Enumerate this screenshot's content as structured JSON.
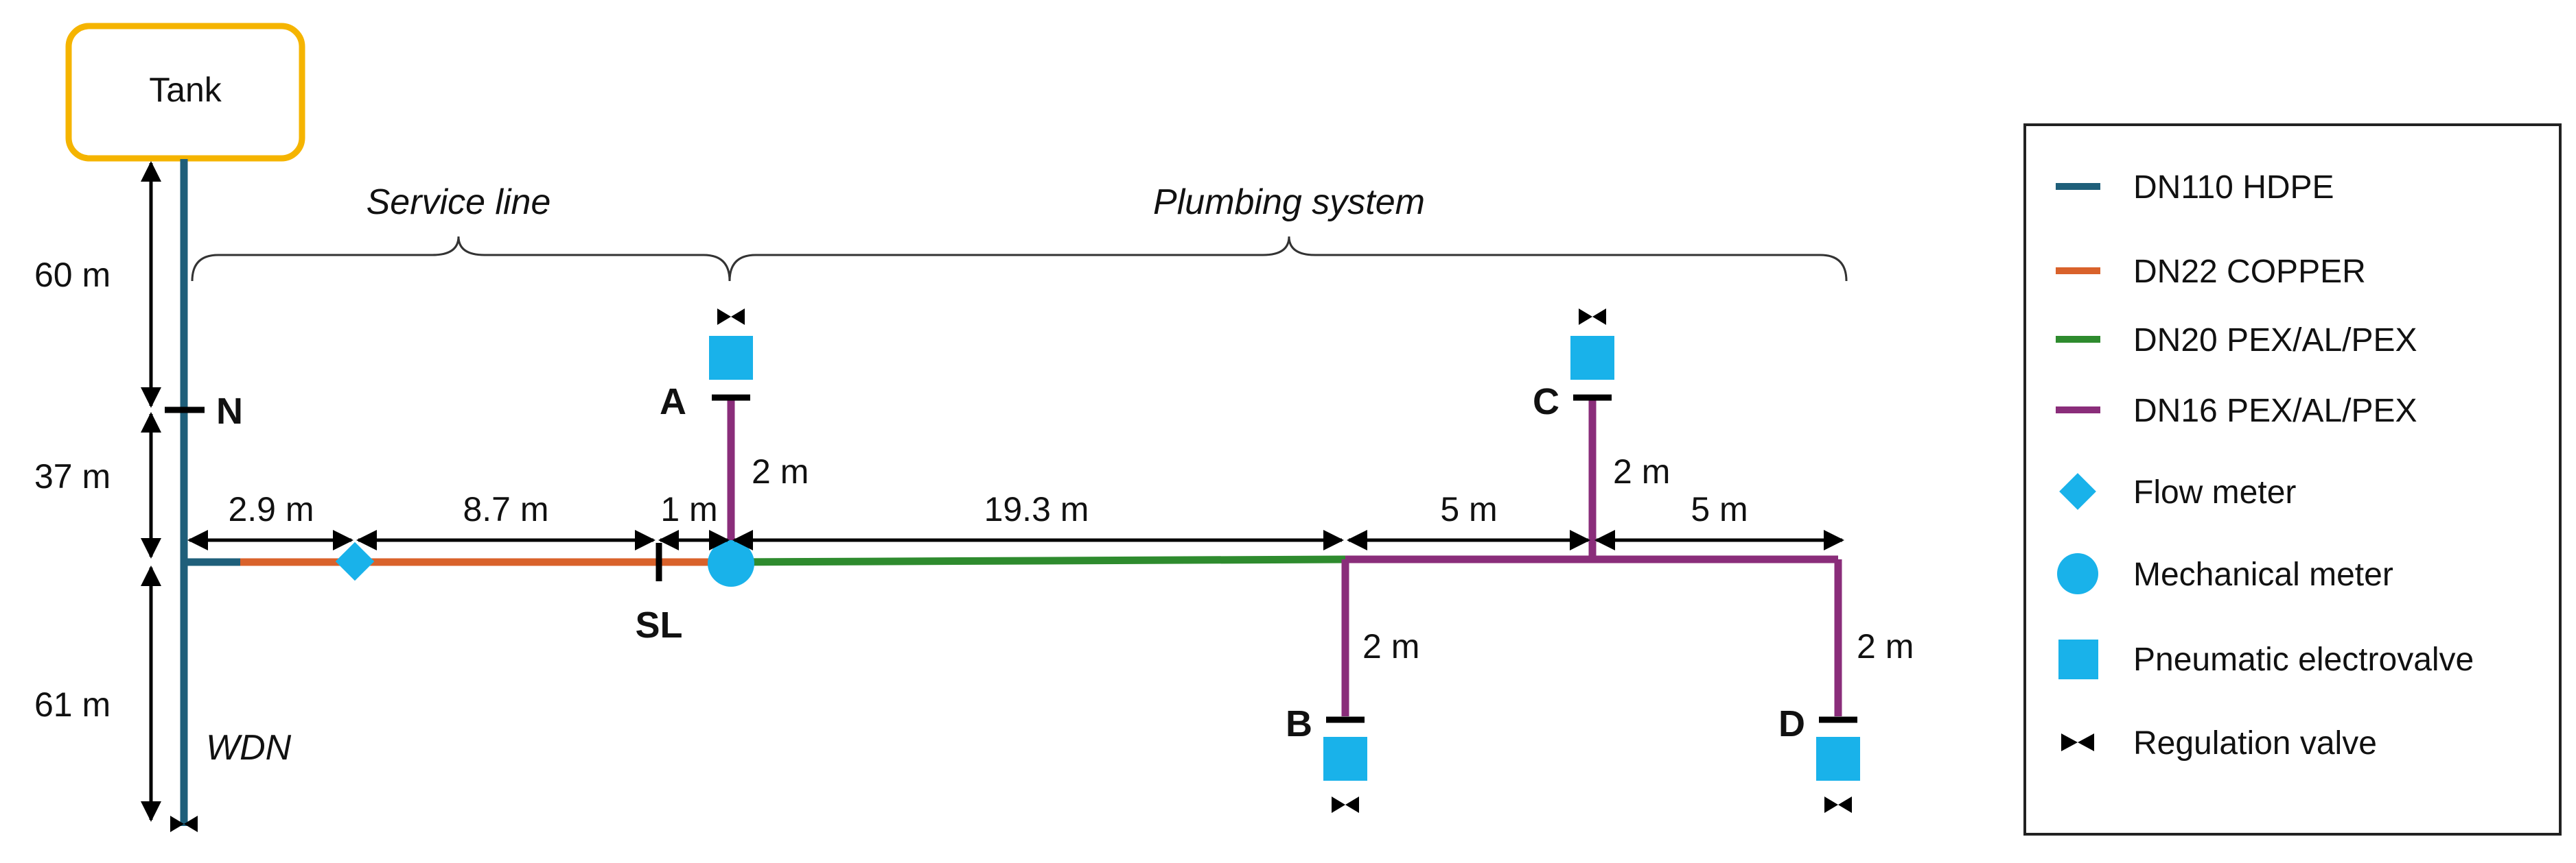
{
  "colors": {
    "hdpe": "#1f5f7a",
    "copper": "#d9622b",
    "pex20": "#2e8b2e",
    "pex16": "#8a2d7a",
    "device": "#19b2ea",
    "tank_border": "#f5b400"
  },
  "tank": {
    "label": "Tank"
  },
  "sections": {
    "service_line": "Service line",
    "plumbing_system": "Plumbing system"
  },
  "vertical_dims": [
    "60 m",
    "37 m",
    "61 m"
  ],
  "horizontal_dims": [
    "2.9 m",
    "8.7 m",
    "1 m",
    "19.3 m",
    "5 m",
    "5 m"
  ],
  "branch_dims": [
    "2 m",
    "2 m",
    "2 m",
    "2 m"
  ],
  "points": {
    "N": "N",
    "SL": "SL",
    "A": "A",
    "B": "B",
    "C": "C",
    "D": "D",
    "WDN": "WDN"
  },
  "legend": [
    {
      "label": "DN110 HDPE",
      "icon": "line-hdpe-icon"
    },
    {
      "label": "DN22 COPPER",
      "icon": "line-copper-icon"
    },
    {
      "label": "DN20 PEX/AL/PEX",
      "icon": "line-pex20-icon"
    },
    {
      "label": "DN16 PEX/AL/PEX",
      "icon": "line-pex16-icon"
    },
    {
      "label": "Flow meter",
      "icon": "diamond-icon"
    },
    {
      "label": "Mechanical meter",
      "icon": "circle-icon"
    },
    {
      "label": "Pneumatic electrovalve",
      "icon": "square-icon"
    },
    {
      "label": "Regulation valve",
      "icon": "bowtie-icon"
    }
  ]
}
